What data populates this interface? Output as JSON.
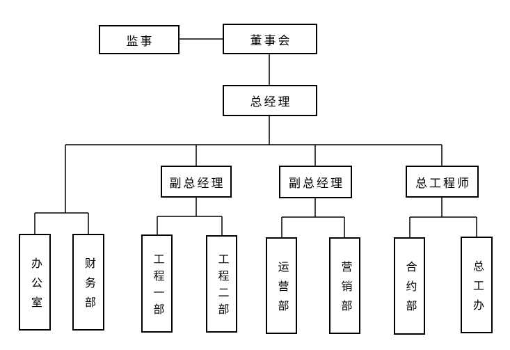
{
  "org_chart": {
    "background_color": "#ffffff",
    "line_color": "#000000",
    "box_border_color": "#000000",
    "text_color": "#000000",
    "top": {
      "supervisor": {
        "label": "监事"
      },
      "board": {
        "label": "董事会"
      }
    },
    "general_manager": {
      "label": "总经理"
    },
    "middle_managers": [
      {
        "label": "副总经理"
      },
      {
        "label": "副总经理"
      },
      {
        "label": "总工程师"
      }
    ],
    "departments": [
      {
        "label": "办公室"
      },
      {
        "label": "财务部"
      },
      {
        "label": "工程一部"
      },
      {
        "label": "工程二部"
      },
      {
        "label": "运营部"
      },
      {
        "label": "营销部"
      },
      {
        "label": "合约部"
      },
      {
        "label": "总工办"
      }
    ],
    "hierarchy": [
      {
        "parent": "董事会",
        "children": [
          "监事",
          "总经理"
        ]
      },
      {
        "parent": "总经理",
        "children": [
          "副总经理",
          "副总经理",
          "总工程师",
          "办公室",
          "财务部"
        ]
      },
      {
        "parent": "副总经理",
        "children": [
          "工程一部",
          "工程二部"
        ]
      },
      {
        "parent": "副总经理",
        "children": [
          "运营部",
          "营销部"
        ]
      },
      {
        "parent": "总工程师",
        "children": [
          "合约部",
          "总工办"
        ]
      }
    ]
  }
}
